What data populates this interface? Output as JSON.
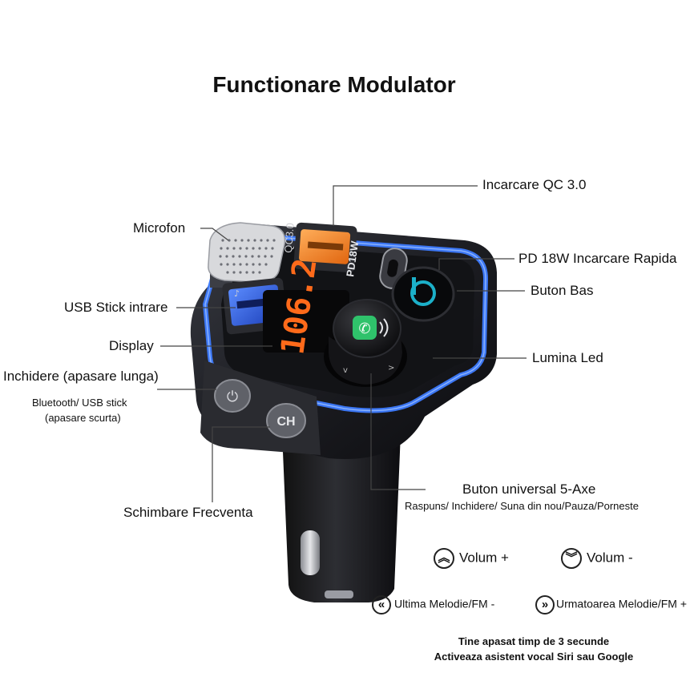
{
  "title": "Functionare Modulator",
  "device": {
    "port_qc_label": "QC3.0",
    "port_pd_label": "PD18W",
    "display_value": "106.2",
    "ch_button_label": "CH",
    "bass_button_letter": "b"
  },
  "labels": {
    "incarcare_qc": "Incarcare QC 3.0",
    "microfon": "Microfon",
    "pd_incarcare": "PD 18W Incarcare Rapida",
    "buton_bas": "Buton Bas",
    "usb_stick": "USB Stick intrare",
    "display": "Display",
    "lumina_led": "Lumina Led",
    "inchidere": "Inchidere (apasare lunga)",
    "bluetooth_usb": "Bluetooth/ USB stick",
    "apasare_scurta": "(apasare scurta)",
    "buton_universal": "Buton universal 5-Axe",
    "buton_universal_desc": "Raspuns/ Inchidere/ Suna din nou/Pauza/Porneste",
    "schimbare_frecventa": "Schimbare Frecventa"
  },
  "controls": {
    "volum_plus": "Volum +",
    "volum_minus": "Volum -",
    "ultima": "Ultima Melodie/FM -",
    "urmatoarea": "Urmatoarea Melodie/FM +",
    "hold_line1": "Tine apasat timp de 3 secunde",
    "hold_line2": "Activeaza asistent vocal Siri sau Google"
  },
  "colors": {
    "led_blue": "#3d7bff",
    "display_orange": "#ff6a1a",
    "body_dark": "#1c1d22",
    "call_green": "#2fc26b",
    "bass_teal": "#1cb0c9"
  }
}
